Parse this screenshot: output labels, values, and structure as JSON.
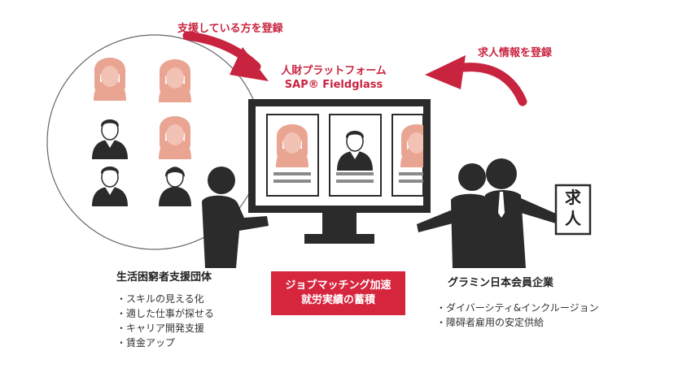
{
  "arrows": {
    "left_label": "支援している方を登録",
    "right_label": "求人情報を登録"
  },
  "platform": {
    "line1": "人財プラットフォーム",
    "line2": "SAP® Fieldglass"
  },
  "center_box": {
    "line1": "ジョブマッチング加速",
    "line2": "就労実績の蓄積"
  },
  "left_group": {
    "heading": "生活困窮者支援団体",
    "items": [
      "スキルの見える化",
      "適した仕事が探せる",
      "キャリア開発支援",
      "賃金アップ"
    ]
  },
  "right_group": {
    "heading": "グラミン日本会員企業",
    "items": [
      "ダイバーシティ&インクルージョン",
      "障碍者雇用の安定供給"
    ]
  },
  "sign": {
    "line1": "求",
    "line2": "人"
  },
  "colors": {
    "accent": "#d6263e",
    "avatar_pink": "#e9a492",
    "figure_dark": "#2b2b2b"
  }
}
